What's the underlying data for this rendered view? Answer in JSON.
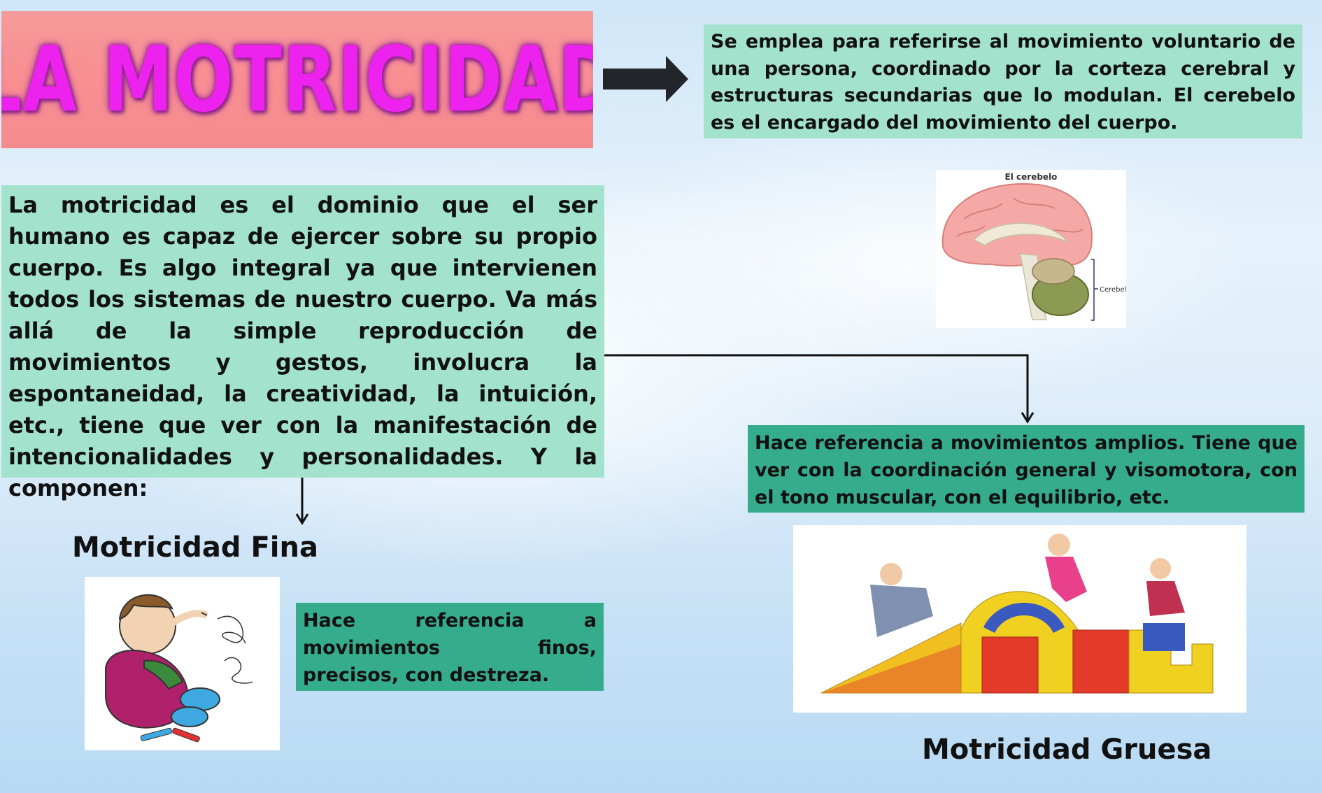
{
  "title": "LA MOTRICIDAD",
  "definition": "Se emplea para referirse al movimiento voluntario de una persona, coordinado por la corteza cerebral y estructuras secundarias que lo modulan. El cerebelo es el encargado del movimiento del cuerpo.",
  "main_text": "La motricidad es el dominio que el ser humano es capaz de ejercer sobre su propio cuerpo.  Es algo integral ya que intervienen todos los sistemas de nuestro cuerpo. Va más allá de la simple reproducción de movimientos y gestos, involucra la espontaneidad, la creatividad, la intuición, etc., tiene que ver con la manifestación de intencionalidades y personalidades. Y la componen:",
  "brain_image": {
    "caption": "El cerebelo",
    "part_label": "Cerebelo"
  },
  "fina": {
    "label": "Motricidad Fina",
    "text": "Hace referencia a movimientos finos, precisos, con destreza."
  },
  "gruesa": {
    "label": "Motricidad Gruesa",
    "text": "Hace referencia a movimientos amplios. Tiene que ver con la coordinación general y visomotora, con el tono muscular, con el equilibrio, etc."
  },
  "colors": {
    "box_light": "#a3e3cd",
    "box_dark": "#35ad8d",
    "banner": "#f59a9a",
    "title_text": "#ee22ee"
  }
}
